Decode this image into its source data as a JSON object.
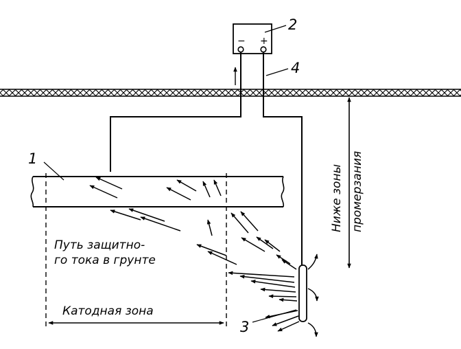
{
  "labels": {
    "pipe_number": "1",
    "source_number": "2",
    "anode_number": "3",
    "wire_number": "4",
    "minus_sign": "−",
    "plus_sign": "+",
    "current_path_line1": "Путь защитно-",
    "current_path_line2": "го тока в грунте",
    "cathode_zone": "Катодная зона",
    "depth_line1": "Ниже зоны",
    "depth_line2": "промерзания"
  },
  "colors": {
    "ink": "#000000",
    "background": "#ffffff"
  }
}
